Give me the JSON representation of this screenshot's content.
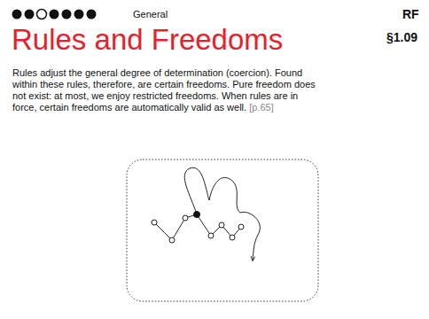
{
  "diagram": {
    "title": "Rules and Freedoms",
    "labels": [
      "General",
      "RF",
      "§1.09",
      "Rules adjust the general degree of determination (coercion). Found within these rules, therefore, are certain freedoms. Pure freedom does not exist: at most, we enjoy restricted freedoms. When rules are in force, certain freedoms are automatically valid as well.",
      "[p.65]"
    ]
  }
}
